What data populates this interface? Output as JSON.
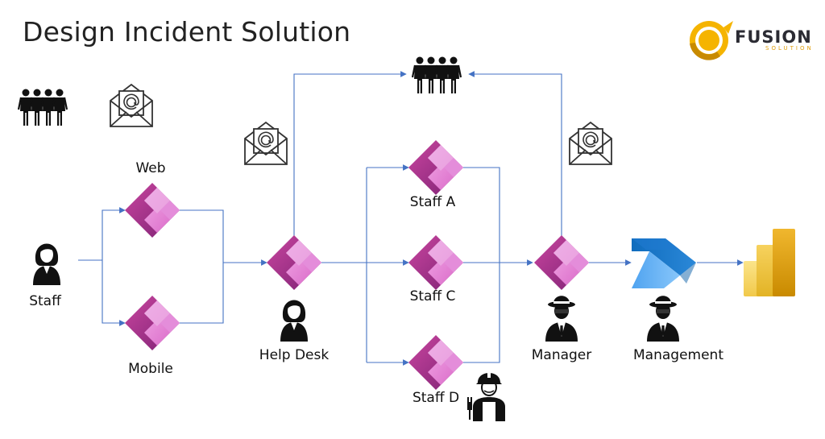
{
  "title": "Design Incident Solution",
  "logo": {
    "name": "FUSION",
    "tagline": "SOLUTION"
  },
  "nodes": {
    "staff": "Staff",
    "web": "Web",
    "mobile": "Mobile",
    "help_desk": "Help Desk",
    "staff_a": "Staff A",
    "staff_c": "Staff C",
    "staff_d": "Staff D",
    "manager": "Manager",
    "management": "Management"
  },
  "icons": {
    "app": "power-apps-icon",
    "flow": "power-automate-icon",
    "report": "power-bi-icon",
    "email": "email-envelope-icon",
    "group": "people-group-icon",
    "woman": "woman-user-icon",
    "spy": "spy-user-icon",
    "worker": "technician-user-icon"
  },
  "colors": {
    "connector": "#4472C4",
    "app_dark": "#742774",
    "app_mid": "#B23DA8",
    "app_light": "#E48DDA",
    "flow_dark": "#0F6CBD",
    "flow_light": "#4FA3F0",
    "bi_dark": "#C9A400",
    "bi_light": "#F2CB3A",
    "logo_yellow": "#F5B400"
  }
}
